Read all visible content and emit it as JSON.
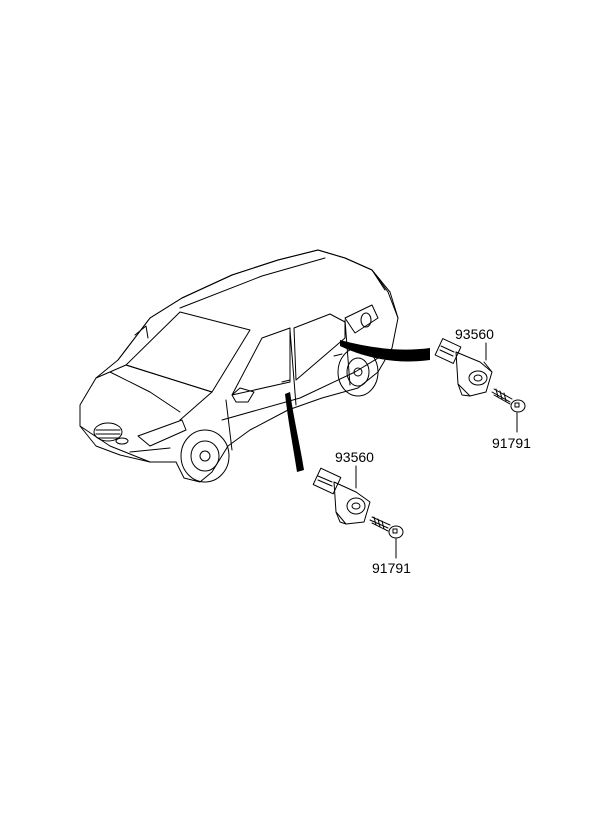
{
  "callouts": {
    "switch_rear": "93560",
    "screw_rear": "91791",
    "switch_front": "93560",
    "screw_front": "91791"
  },
  "colors": {
    "line": "#000000",
    "background": "#ffffff"
  }
}
